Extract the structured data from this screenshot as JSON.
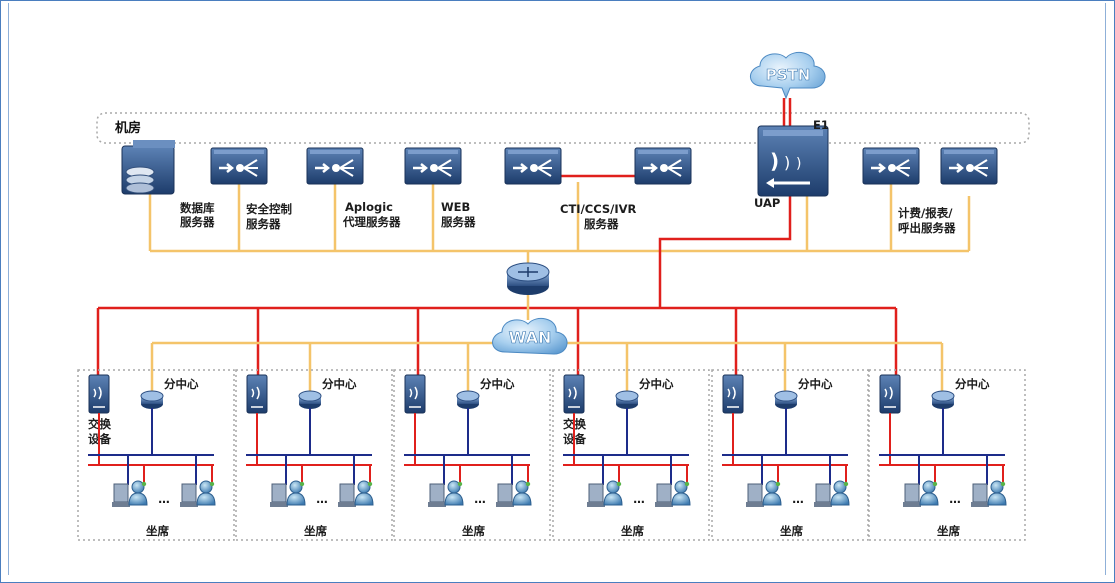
{
  "machine_room_label": "机房",
  "servers": [
    {
      "line1": "数据库",
      "line2": "服务器"
    },
    {
      "line1": "安全控制",
      "line2": "服务器"
    },
    {
      "line1": "Aplogic",
      "line2": "代理服务器"
    },
    {
      "line1": "WEB",
      "line2": "服务器"
    },
    {
      "line1": "CTI/CCS/IVR",
      "line2": "服务器"
    },
    {
      "line1": "计费/报表/",
      "line2": "呼出服务器"
    }
  ],
  "uap_label": "UAP",
  "e1_label": "E1",
  "pstn_label": "PSTN",
  "wan_label": "WAN",
  "branch_label": "分中心",
  "switch_label_line1": "交换",
  "switch_label_line2": "设备",
  "agents_label": "坐席",
  "ellipsis": "…",
  "colors": {
    "trunk_red": "#e0201c",
    "lan_yellow": "#f4c46a",
    "device_blue": "#24467a",
    "cloud_blue": "#7fb6e0"
  }
}
